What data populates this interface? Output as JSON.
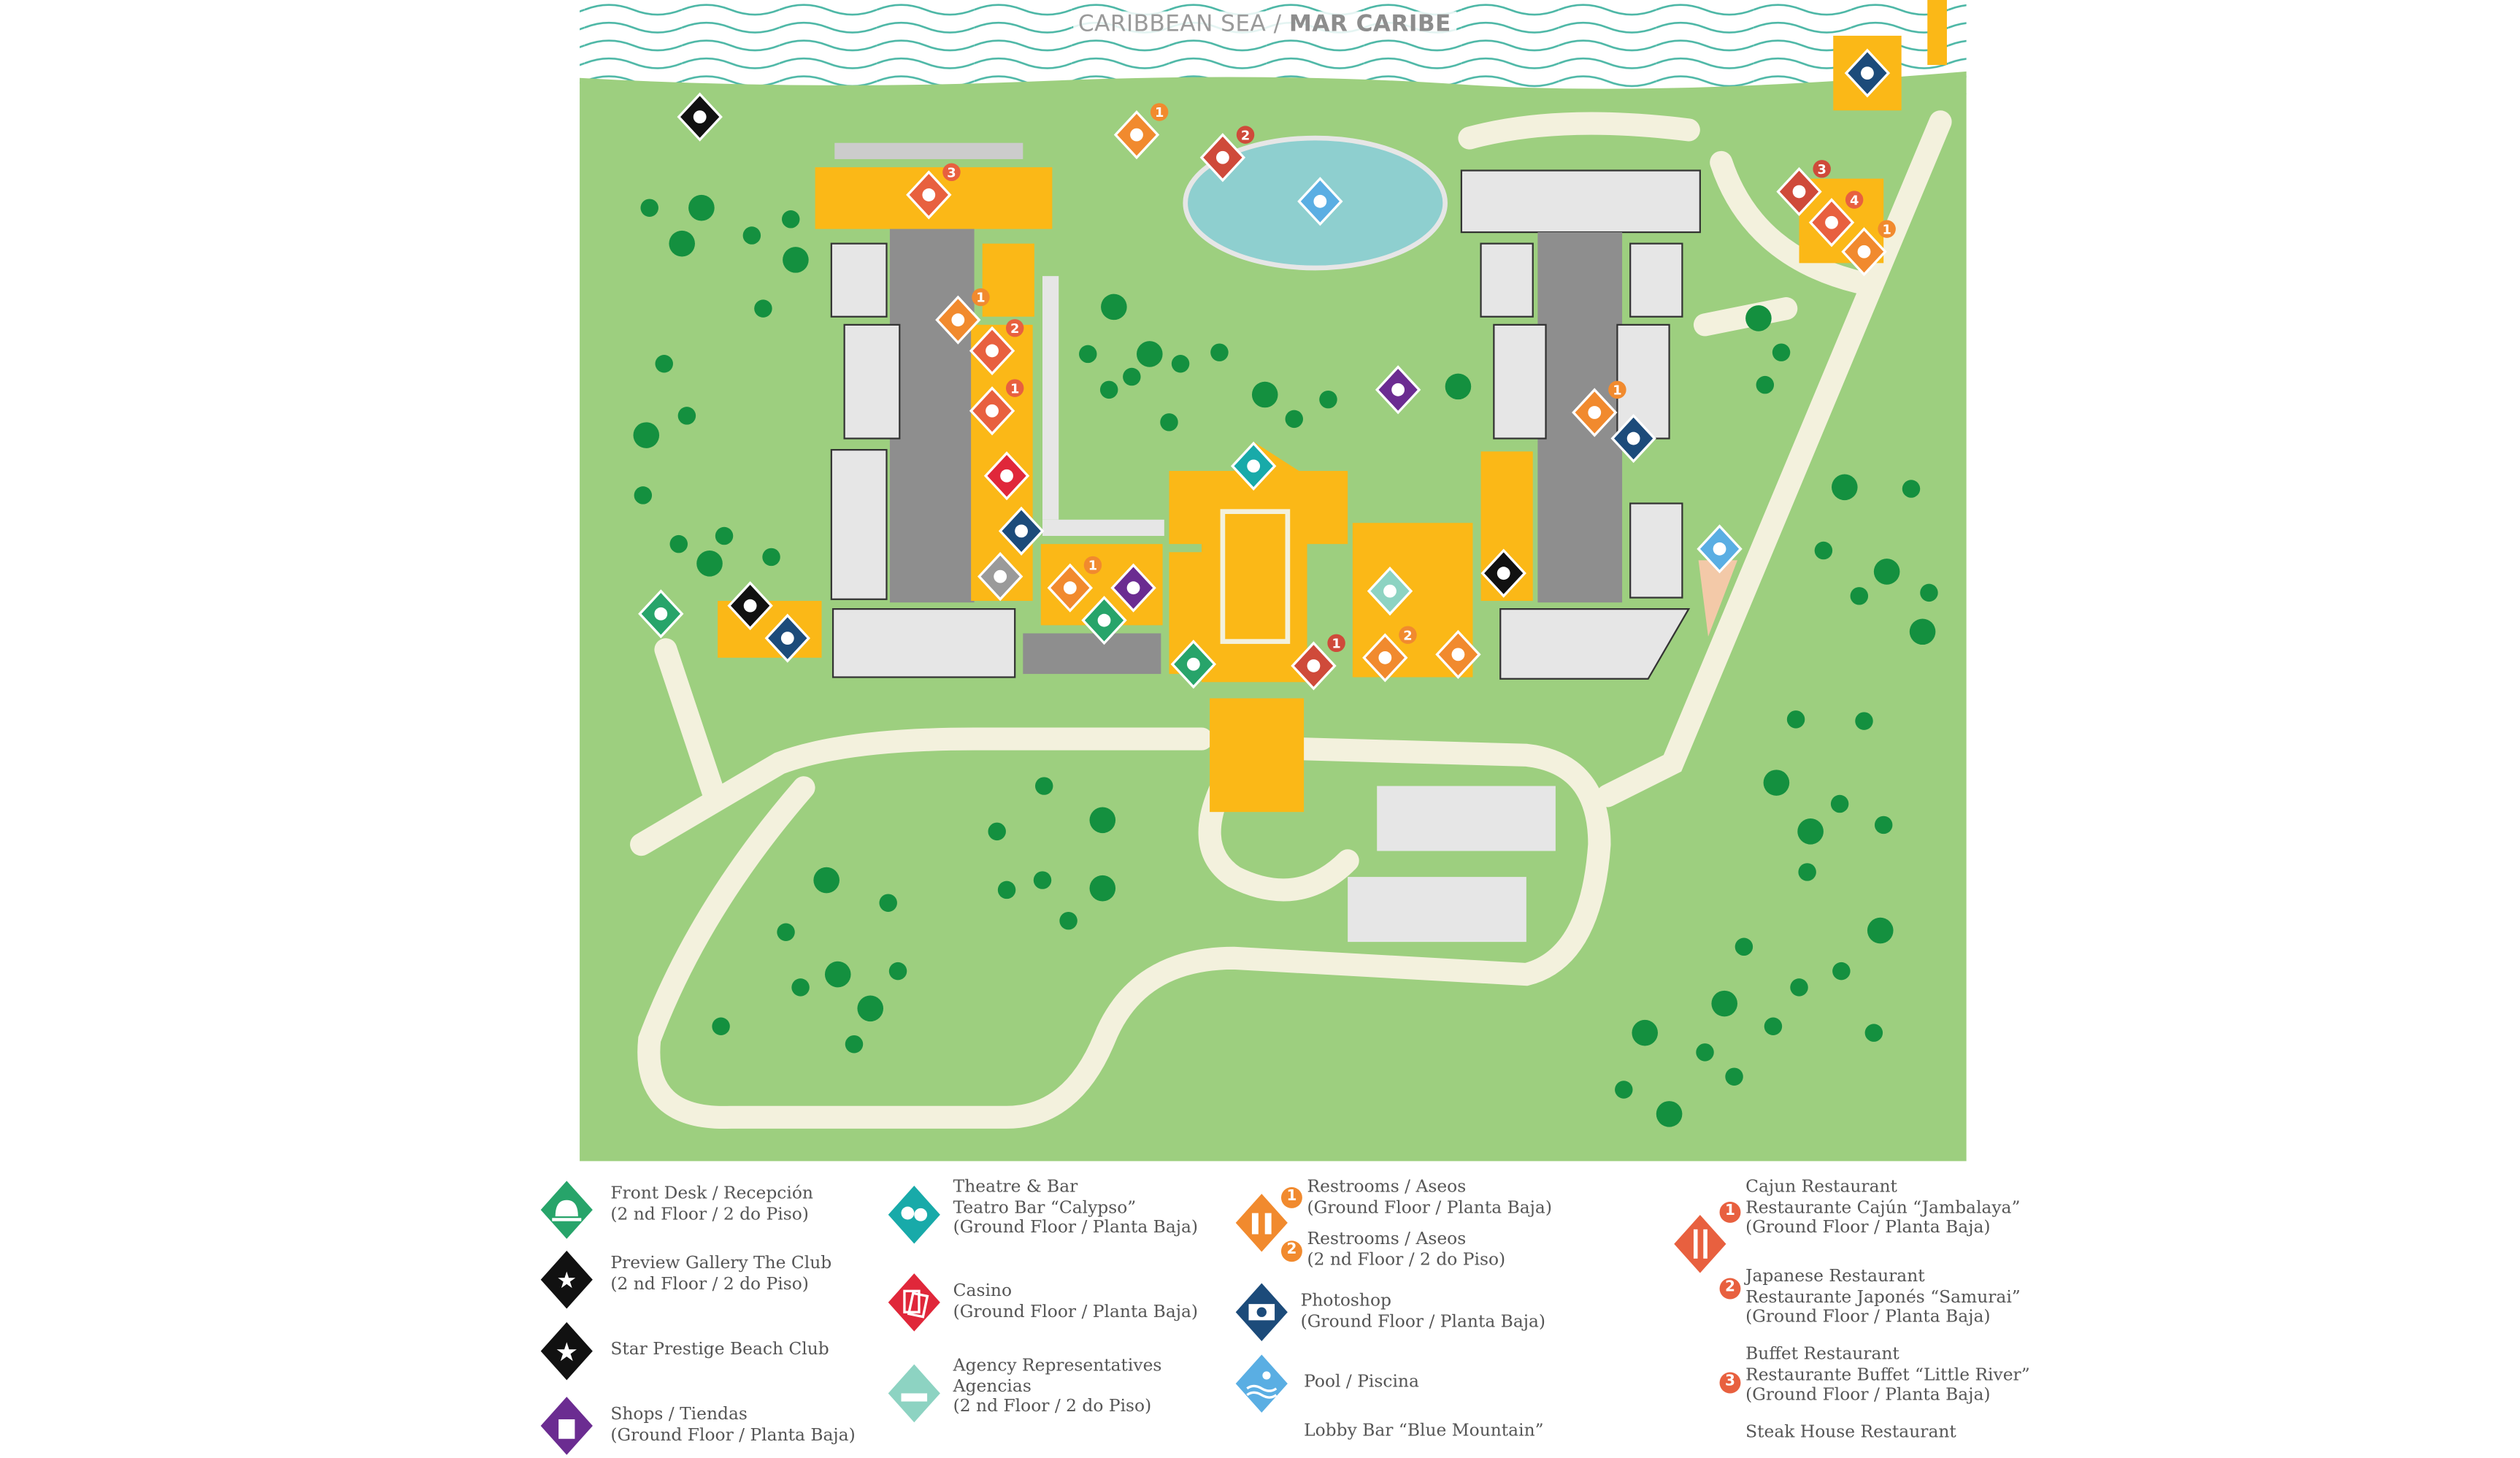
{
  "header": {
    "sea_label_en": "CARIBBEAN SEA /",
    "sea_label_es": "MAR CARIBE"
  },
  "colors": {
    "grass": "#9dcf7f",
    "path": "#f3f1dd",
    "building": "#e6e6e6",
    "corridor": "#8e8e8e",
    "zone": "#fbb817",
    "tree": "#14903f",
    "sea_wave": "#4db7a6",
    "water": "#8ecfcf",
    "front_desk": "#27a46a",
    "black": "#111111",
    "purple": "#6b2c91",
    "teal": "#18aaa9",
    "casino": "#e0273a",
    "agency": "#8dd3c2",
    "restroom": "#f18a2e",
    "photo": "#1c4b7a",
    "pool": "#5aaee3",
    "restaurant": "#e8603f",
    "bar": "#cf4a3a",
    "gray": "#9a9a9a"
  },
  "map": {
    "markers": [
      {
        "icon": "starfish-icon",
        "color": "black",
        "badge": null
      },
      {
        "icon": "restroom-icon",
        "color": "restroom",
        "badge": "1"
      },
      {
        "icon": "cocktail-icon",
        "color": "bar",
        "badge": "2"
      },
      {
        "icon": "pool-icon",
        "color": "pool",
        "badge": null
      },
      {
        "icon": "restaurant-icon",
        "color": "restaurant",
        "badge": "3"
      },
      {
        "icon": "restroom-icon",
        "color": "restroom",
        "badge": "1"
      },
      {
        "icon": "restaurant-icon",
        "color": "restaurant",
        "badge": "2"
      },
      {
        "icon": "restaurant-icon",
        "color": "restaurant",
        "badge": "1"
      },
      {
        "icon": "book-icon",
        "color": "purple",
        "badge": null
      },
      {
        "icon": "restroom-icon",
        "color": "restroom",
        "badge": "1"
      },
      {
        "icon": "club-icon",
        "color": "photo",
        "badge": null
      },
      {
        "icon": "theatre-masks-icon",
        "color": "teal",
        "badge": null
      },
      {
        "icon": "casino-cards-icon",
        "color": "casino",
        "badge": null
      },
      {
        "icon": "camera-icon",
        "color": "photo",
        "badge": null
      },
      {
        "icon": "rings-icon",
        "color": "gray",
        "badge": null
      },
      {
        "icon": "restroom-icon",
        "color": "restroom",
        "badge": "1"
      },
      {
        "icon": "shopping-bag-icon",
        "color": "purple",
        "badge": null
      },
      {
        "icon": "internet-at-icon",
        "color": "front_desk",
        "badge": null
      },
      {
        "icon": "reception-bell-icon",
        "color": "front_desk",
        "badge": null
      },
      {
        "icon": "pool-icon",
        "color": "pool",
        "badge": null
      },
      {
        "icon": "agency-icon",
        "color": "agency",
        "badge": null
      },
      {
        "icon": "music-note-icon",
        "color": "black",
        "badge": null
      },
      {
        "icon": "cocktail-icon",
        "color": "bar",
        "badge": "1"
      },
      {
        "icon": "restroom-icon",
        "color": "restroom",
        "badge": "2"
      },
      {
        "icon": "meeting-icon",
        "color": "restroom",
        "badge": null
      },
      {
        "icon": "medical-cross-icon",
        "color": "front_desk",
        "badge": null
      },
      {
        "icon": "preview-gallery-icon",
        "color": "black",
        "badge": null
      },
      {
        "icon": "ff-icon",
        "color": "photo",
        "badge": null
      },
      {
        "icon": "cocktail-icon",
        "color": "bar",
        "badge": "3"
      },
      {
        "icon": "restaurant-icon",
        "color": "restaurant",
        "badge": "4"
      },
      {
        "icon": "restroom-icon",
        "color": "restroom",
        "badge": "1"
      },
      {
        "icon": "snorkel-icon",
        "color": "photo",
        "badge": null
      }
    ]
  },
  "legend": {
    "front_desk": {
      "l1": "Front Desk / Recepción",
      "l2": "(2 nd  Floor / 2 do Piso)"
    },
    "preview": {
      "l1": "Preview Gallery The Club",
      "l2": "(2 nd  Floor / 2 do Piso)"
    },
    "beach_club": {
      "l1": "Star Prestige Beach Club"
    },
    "shops": {
      "l1": "Shops / Tiendas",
      "l2": "(Ground Floor / Planta Baja)"
    },
    "theatre": {
      "l1": "Theatre & Bar",
      "l2": "Teatro Bar “Calypso”",
      "l3": "(Ground Floor / Planta Baja)"
    },
    "casino": {
      "l1": "Casino",
      "l2": "(Ground Floor / Planta Baja)"
    },
    "agency": {
      "l1": "Agency Representatives",
      "l2": "Agencias",
      "l3": "(2 nd  Floor / 2 do Piso)"
    },
    "restrooms": [
      {
        "badge": "1",
        "l1": "Restrooms /  Aseos",
        "l2": "(Ground Floor / Planta Baja)"
      },
      {
        "badge": "2",
        "l1": "Restrooms / Aseos",
        "l2": "(2 nd  Floor / 2 do Piso)"
      }
    ],
    "photoshop": {
      "l1": "Photoshop",
      "l2": "(Ground Floor / Planta Baja)"
    },
    "pool": {
      "l1": "Pool / Piscina"
    },
    "lobby_bar": {
      "l1": "Lobby Bar “Blue Mountain”"
    },
    "restaurants": [
      {
        "badge": "1",
        "l1": "Cajun Restaurant",
        "l2": "Restaurante Cajún “Jambalaya”",
        "l3": "(Ground Floor / Planta Baja)"
      },
      {
        "badge": "2",
        "l1": "Japanese Restaurant",
        "l2": "Restaurante Japonés “Samurai”",
        "l3": "(Ground Floor / Planta Baja)"
      },
      {
        "badge": "3",
        "l1": "Buffet Restaurant",
        "l2": "Restaurante Buffet “Little River”",
        "l3": "(Ground Floor / Planta Baja)"
      }
    ],
    "steak_house": {
      "l1": "Steak House Restaurant"
    }
  }
}
